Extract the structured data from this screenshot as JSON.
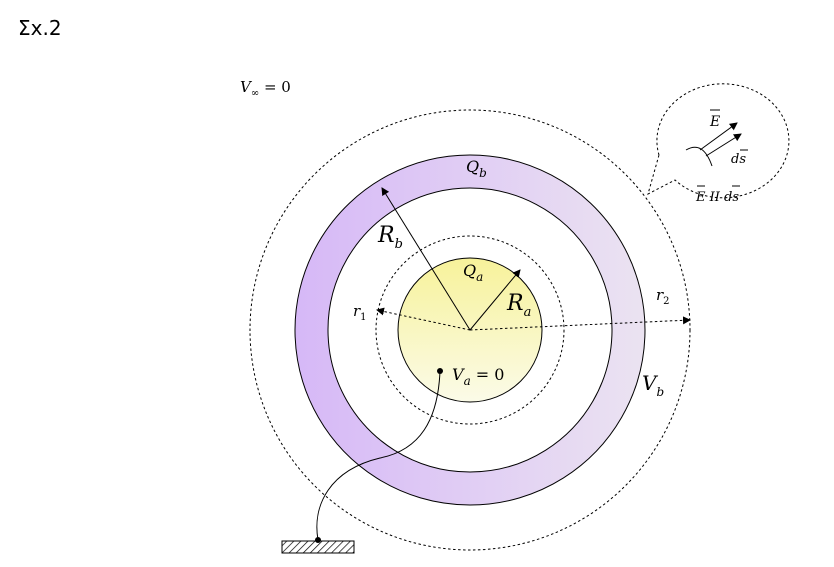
{
  "figure_label": "Σx.2",
  "labels": {
    "v_inf": {
      "main": "V",
      "sub": "∞",
      "rest": " = 0"
    },
    "q_b": {
      "main": "Q",
      "sub": "b"
    },
    "q_a": {
      "main": "Q",
      "sub": "a"
    },
    "r_b": {
      "main": "R",
      "sub": "b"
    },
    "r_a": {
      "main": "R",
      "sub": "a"
    },
    "r1": {
      "main": "r",
      "sub": "1"
    },
    "r2": {
      "main": "r",
      "sub": "2"
    },
    "v_a": {
      "main": "V",
      "sub": "a",
      "rest": " = 0"
    },
    "v_b": {
      "main": "V",
      "sub": "b"
    }
  },
  "inset": {
    "e_vec": "E",
    "ds": "ds",
    "parallel_label": "E II ds"
  },
  "colors": {
    "shell_left": "#d6b8f7",
    "shell_right": "#ebe3f1",
    "core_top": "#f7f29a",
    "core_bottom": "#fbfbe8",
    "stroke": "#000000"
  }
}
